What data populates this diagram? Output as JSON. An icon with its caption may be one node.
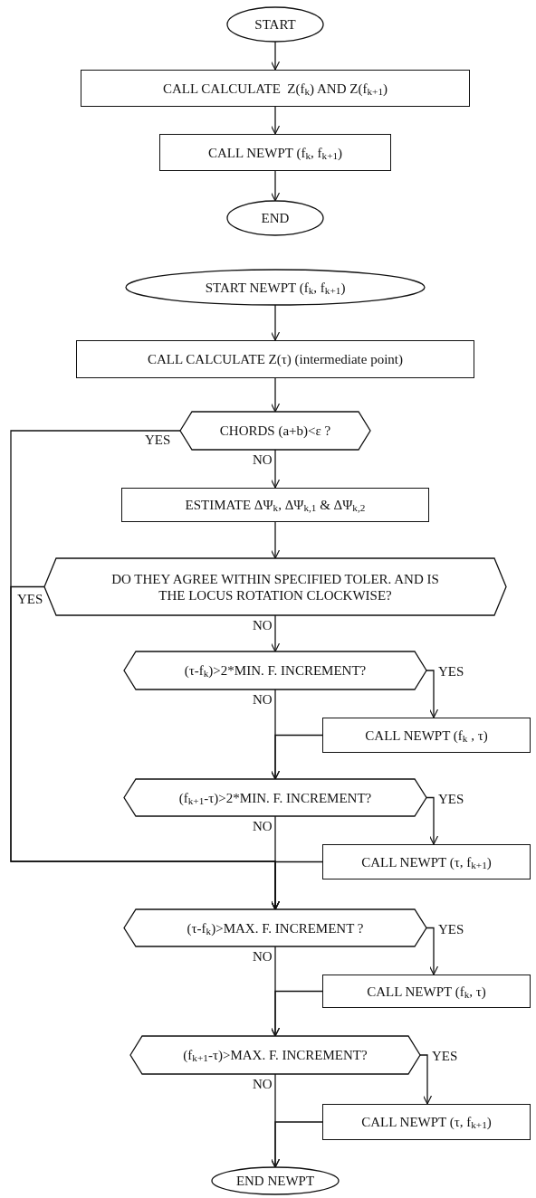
{
  "diagram": {
    "nodes": [
      {
        "text": [
          "START"
        ]
      },
      {
        "text": [
          "CALL CALCULATE  Z(f$_{k}$) AND Z(f$_{k+1}$)"
        ]
      },
      {
        "text": [
          "CALL NEWPT (f$_{k}$, f$_{k+1}$)"
        ]
      },
      {
        "text": [
          "END"
        ]
      },
      {
        "text": [
          "START NEWPT (f$_{k}$, f$_{k+1}$)"
        ]
      },
      {
        "text": [
          "CALL CALCULATE Z(τ) (intermediate point)"
        ]
      },
      {
        "text": [
          "CHORDS (a+b)<ε ?"
        ]
      },
      {
        "text": [
          "ESTIMATE ΔΨ$_{k}$, ΔΨ$_{k,1}$ & ΔΨ$_{k,2}$"
        ]
      },
      {
        "text": [
          "DO THEY AGREE WITHIN SPECIFIED TOLER. AND IS THE LOCUS ROTATION CLOCKWISE?"
        ]
      },
      {
        "text": [
          "(τ-f$_{k}$)>2*MIN. F. INCREMENT?"
        ]
      },
      {
        "text": [
          "CALL NEWPT (f$_{k}$ , τ)"
        ]
      },
      {
        "text": [
          "(f$_{k+1}$-τ)>2*MIN. F. INCREMENT?"
        ]
      },
      {
        "text": [
          "CALL NEWPT (τ, f$_{k+1}$)"
        ]
      },
      {
        "text": [
          "(τ-f$_{k}$)>MAX. F. INCREMENT ?"
        ]
      },
      {
        "text": [
          "CALL NEWPT (f$_{k}$, τ)"
        ]
      },
      {
        "text": [
          "(f$_{k+1}$-τ)>MAX. F. INCREMENT?"
        ]
      },
      {
        "text": [
          "CALL NEWPT (τ, f$_{k+1}$)"
        ]
      },
      {
        "text": [
          "END NEWPT"
        ]
      }
    ],
    "edges": [
      {
        "from": 0,
        "to": 1,
        "arrow": "to"
      },
      {
        "from": 1,
        "to": 2,
        "arrow": "to"
      },
      {
        "from": 2,
        "to": 3,
        "arrow": "to"
      },
      {
        "from": 4,
        "to": 5,
        "arrow": "to"
      },
      {
        "from": 5,
        "to": 6,
        "arrow": "to"
      },
      {
        "from": 6,
        "to": 7,
        "arrow": "to",
        "label": "NO"
      },
      {
        "from": 6,
        "to": 13,
        "arrow": "to",
        "label": "YES"
      },
      {
        "from": 7,
        "to": 8,
        "arrow": "to"
      },
      {
        "from": 8,
        "to": 9,
        "arrow": "to",
        "label": "NO"
      },
      {
        "from": 8,
        "to": 13,
        "arrow": "to",
        "label": "YES"
      },
      {
        "from": 9,
        "to": 10,
        "arrow": "to",
        "label": "YES"
      },
      {
        "from": 9,
        "to": 11,
        "arrow": "to",
        "label": "NO"
      },
      {
        "from": 10,
        "to": 11,
        "arrow": "to"
      },
      {
        "from": 11,
        "to": 12,
        "arrow": "to",
        "label": "YES"
      },
      {
        "from": 11,
        "to": 13,
        "arrow": "to",
        "label": "NO"
      },
      {
        "from": 12,
        "to": 13,
        "arrow": "to"
      },
      {
        "from": 13,
        "to": 14,
        "arrow": "to",
        "label": "YES"
      },
      {
        "from": 13,
        "to": 15,
        "arrow": "to",
        "label": "NO"
      },
      {
        "from": 14,
        "to": 15,
        "arrow": "to"
      },
      {
        "from": 15,
        "to": 16,
        "arrow": "to",
        "label": "YES"
      },
      {
        "from": 15,
        "to": 17,
        "arrow": "to",
        "label": "NO"
      },
      {
        "from": 16,
        "to": 17,
        "arrow": "to"
      }
    ]
  }
}
